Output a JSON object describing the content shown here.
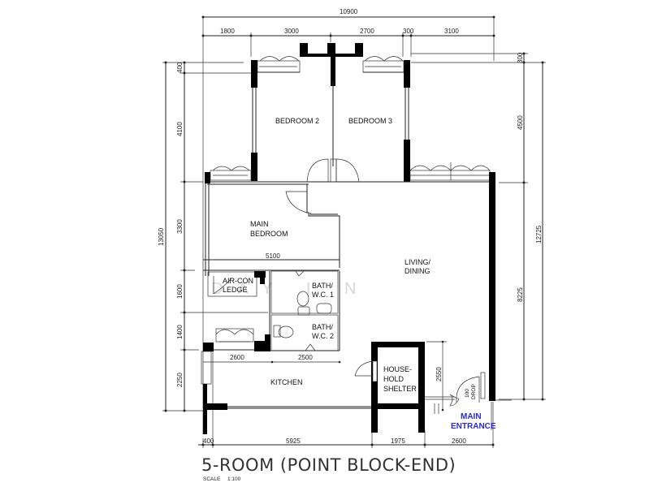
{
  "plan": {
    "title": "5-ROOM (POINT BLOCK-END)",
    "scale_label": "SCALE",
    "scale_value": "1:100",
    "watermark": "DAY   I N"
  },
  "rooms": {
    "bedroom2": "BEDROOM 2",
    "bedroom3": "BEDROOM 3",
    "main_bedroom_1": "MAIN",
    "main_bedroom_2": "BEDROOM",
    "living_1": "LIVING/",
    "living_2": "DINING",
    "aircon_1": "AIR-CON",
    "aircon_2": "LEDGE",
    "bath1_1": "BATH/",
    "bath1_2": "W.C. 1",
    "bath2_1": "BATH/",
    "bath2_2": "W.C. 2",
    "kitchen": "KITCHEN",
    "shelter_1": "HOUSE-",
    "shelter_2": "HOLD",
    "shelter_3": "SHELTER",
    "entrance_1": "MAIN",
    "entrance_2": "ENTRANCE",
    "door_note_1": "100",
    "door_note_2": "DROP"
  },
  "dimensions": {
    "top_total": "10900",
    "top_segments": [
      "1800",
      "3000",
      "2700",
      "300",
      "3100"
    ],
    "left_total": "13050",
    "left_segments": [
      "400",
      "4100",
      "3300",
      "1600",
      "1400",
      "2250"
    ],
    "right_total": "12725",
    "right_segments": [
      "300",
      "4500",
      "8225"
    ],
    "bottom_segments": [
      "400",
      "5925",
      "1975",
      "2600"
    ],
    "main_bedroom_width": "5100",
    "kitchen_segments": [
      "2600",
      "2500"
    ],
    "shelter_height": "2550"
  },
  "colors": {
    "wall": "#000000",
    "line": "#222222",
    "entrance_text": "#2a2ad0"
  }
}
